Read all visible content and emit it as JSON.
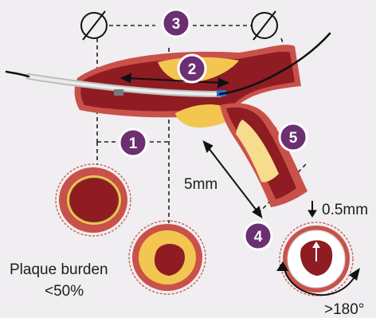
{
  "colors": {
    "background": "#f0eef1",
    "vessel_outer": "#c9514a",
    "vessel_lumen": "#8e1c22",
    "plaque": "#f2c650",
    "plaque_light": "#f7dc8e",
    "callout_fill": "#6b2f72",
    "guidewire": "#111111",
    "catheter": "#d9d9d9",
    "marker_blue": "#2a6fd6"
  },
  "callouts": [
    {
      "id": "1",
      "label": "1"
    },
    {
      "id": "2",
      "label": "2"
    },
    {
      "id": "3",
      "label": "3"
    },
    {
      "id": "4",
      "label": "4"
    },
    {
      "id": "5",
      "label": "5"
    }
  ],
  "labels": {
    "length": "5mm",
    "thickness": "0.5mm",
    "arc": ">180°",
    "plaque_burden_line1": "Plaque burden",
    "plaque_burden_line2": "<50%"
  },
  "icons": {
    "diameter_left": "diameter-symbol-icon",
    "diameter_right": "diameter-symbol-icon",
    "arrow_down": "arrow-down-icon"
  }
}
